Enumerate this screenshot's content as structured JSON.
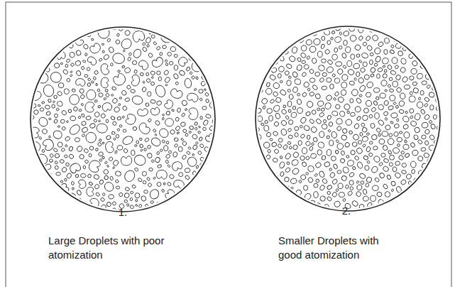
{
  "diagram": {
    "labels": [
      "1.",
      "2.",
      "Large Droplets with poor atomization",
      "Smaller Droplets with good atomization"
    ]
  }
}
